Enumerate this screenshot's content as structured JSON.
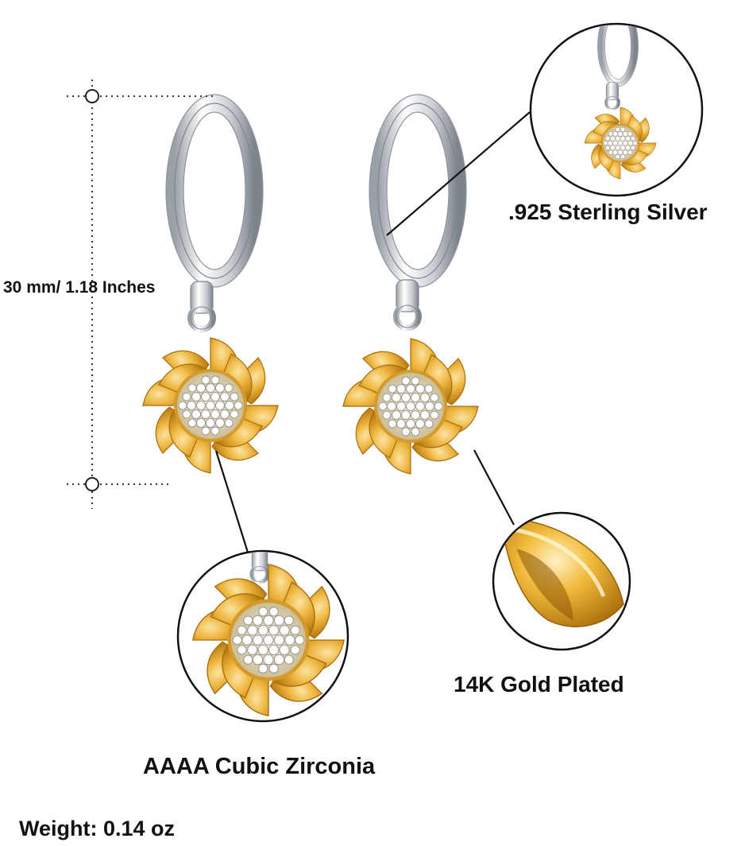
{
  "dimension": {
    "label": "30 mm/ 1.18 Inches"
  },
  "callouts": {
    "silver": ".925 Sterling Silver",
    "gold": "14K Gold Plated",
    "zirconia": "AAAA Cubic Zirconia"
  },
  "weight": {
    "label": "Weight: 0.14 oz"
  },
  "colors": {
    "gold": "#e3a72a",
    "gold_light": "#f7d27a",
    "gold_dark": "#b87a12",
    "silver": "#d9dde2",
    "silver_dark": "#8e949b",
    "stone": "#f4f6f8"
  },
  "icons": [
    "sunflower-hoop-earring",
    "measure-marker",
    "zoom-circle"
  ]
}
